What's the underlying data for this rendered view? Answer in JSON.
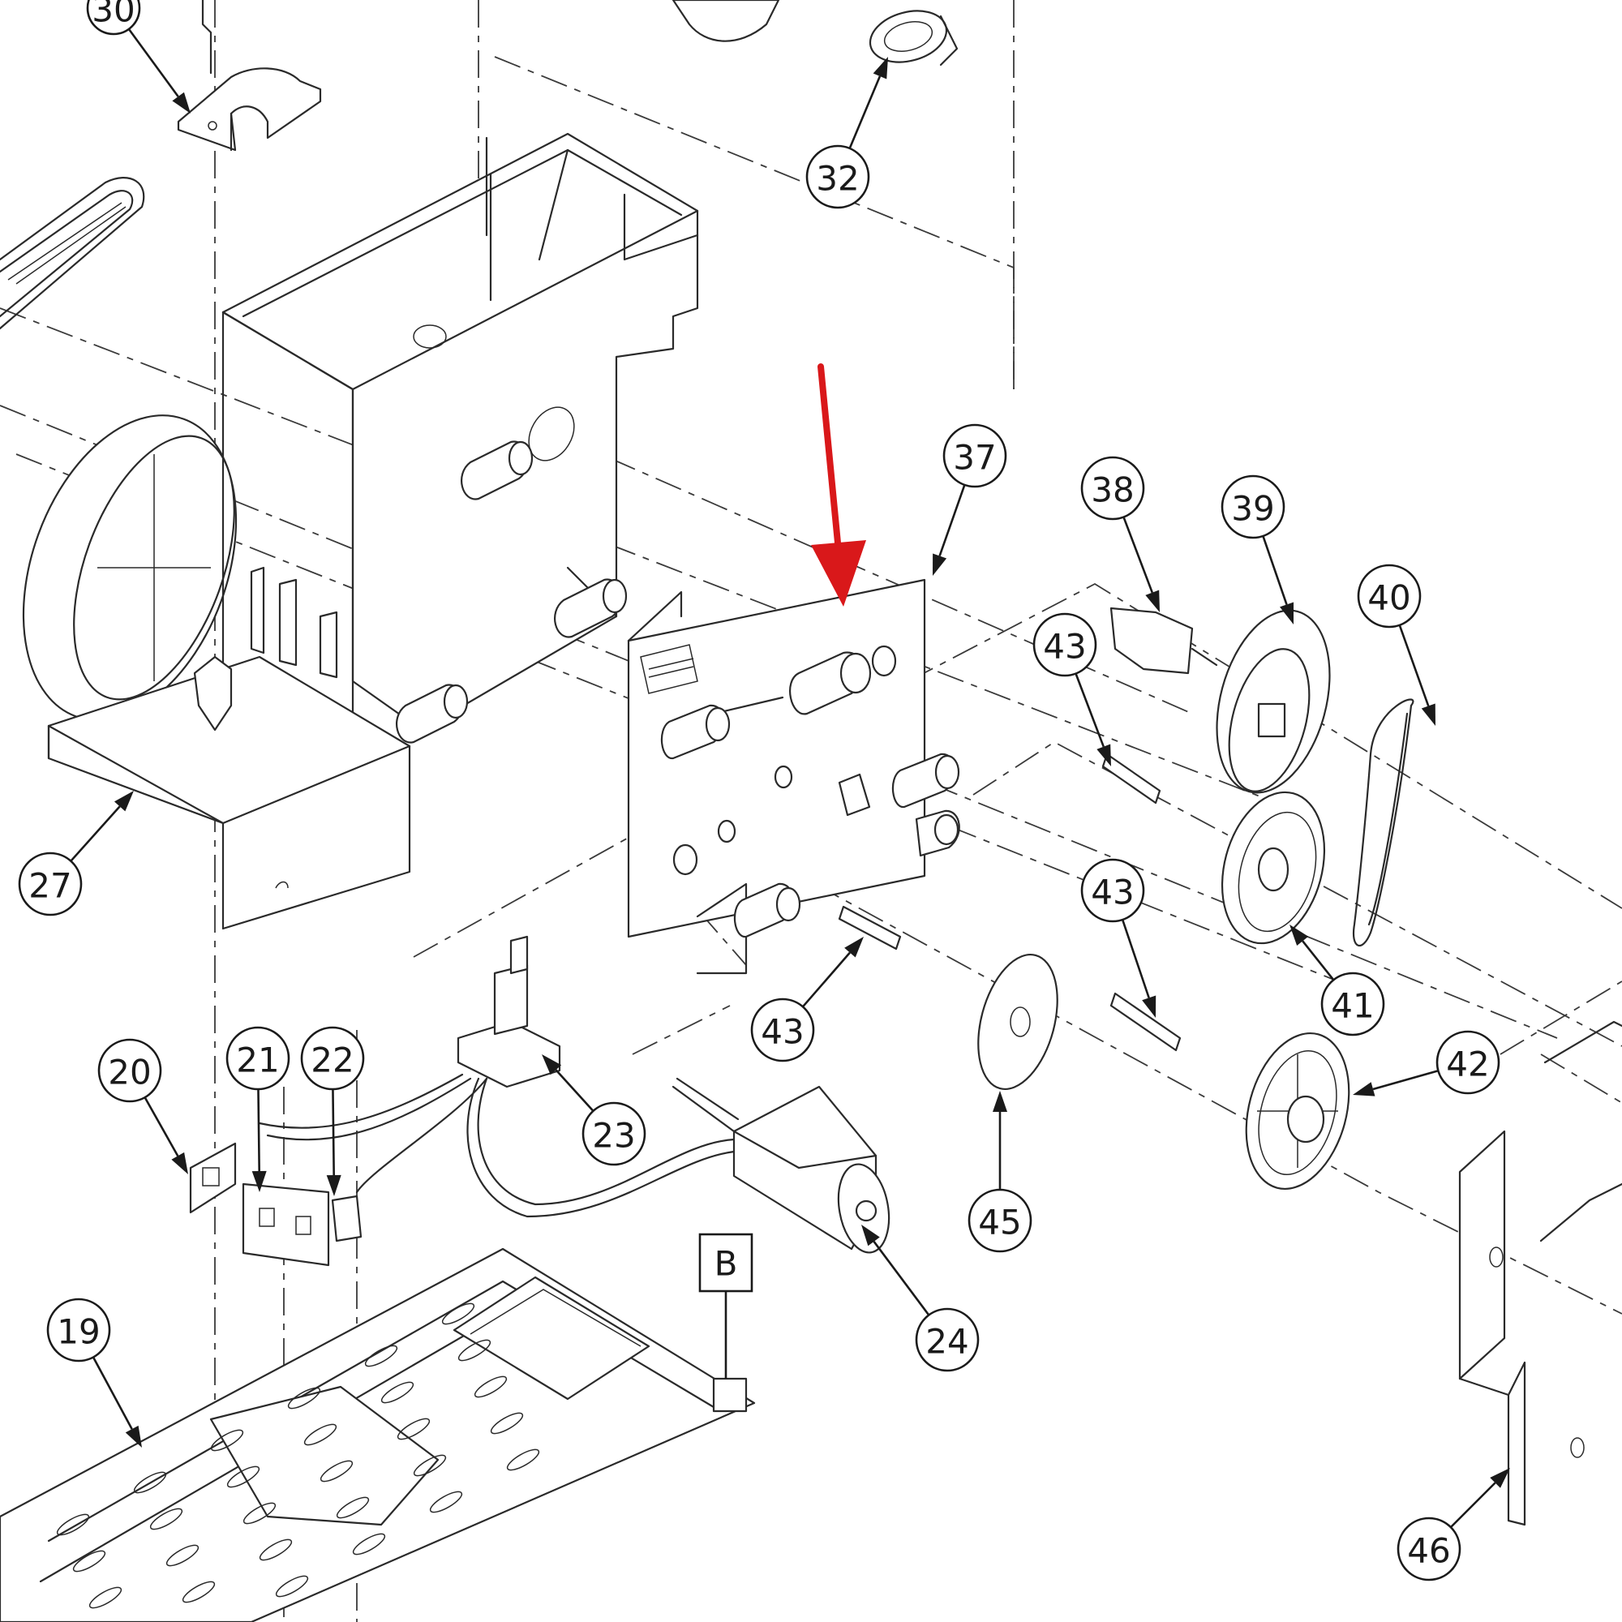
{
  "diagram": {
    "callouts": [
      {
        "id": "30",
        "label": "30"
      },
      {
        "id": "32",
        "label": "32"
      },
      {
        "id": "37",
        "label": "37"
      },
      {
        "id": "38",
        "label": "38"
      },
      {
        "id": "39",
        "label": "39"
      },
      {
        "id": "40",
        "label": "40"
      },
      {
        "id": "43a",
        "label": "43"
      },
      {
        "id": "43b",
        "label": "43"
      },
      {
        "id": "43c",
        "label": "43"
      },
      {
        "id": "41",
        "label": "41"
      },
      {
        "id": "42",
        "label": "42"
      },
      {
        "id": "27",
        "label": "27"
      },
      {
        "id": "20",
        "label": "20"
      },
      {
        "id": "21",
        "label": "21"
      },
      {
        "id": "22",
        "label": "22"
      },
      {
        "id": "23",
        "label": "23"
      },
      {
        "id": "45",
        "label": "45"
      },
      {
        "id": "24",
        "label": "24"
      },
      {
        "id": "19",
        "label": "19"
      },
      {
        "id": "46",
        "label": "46"
      }
    ],
    "section_marker": "B",
    "highlight_arrow_color": "#d9181a",
    "line_color": "#2a2a2a"
  }
}
